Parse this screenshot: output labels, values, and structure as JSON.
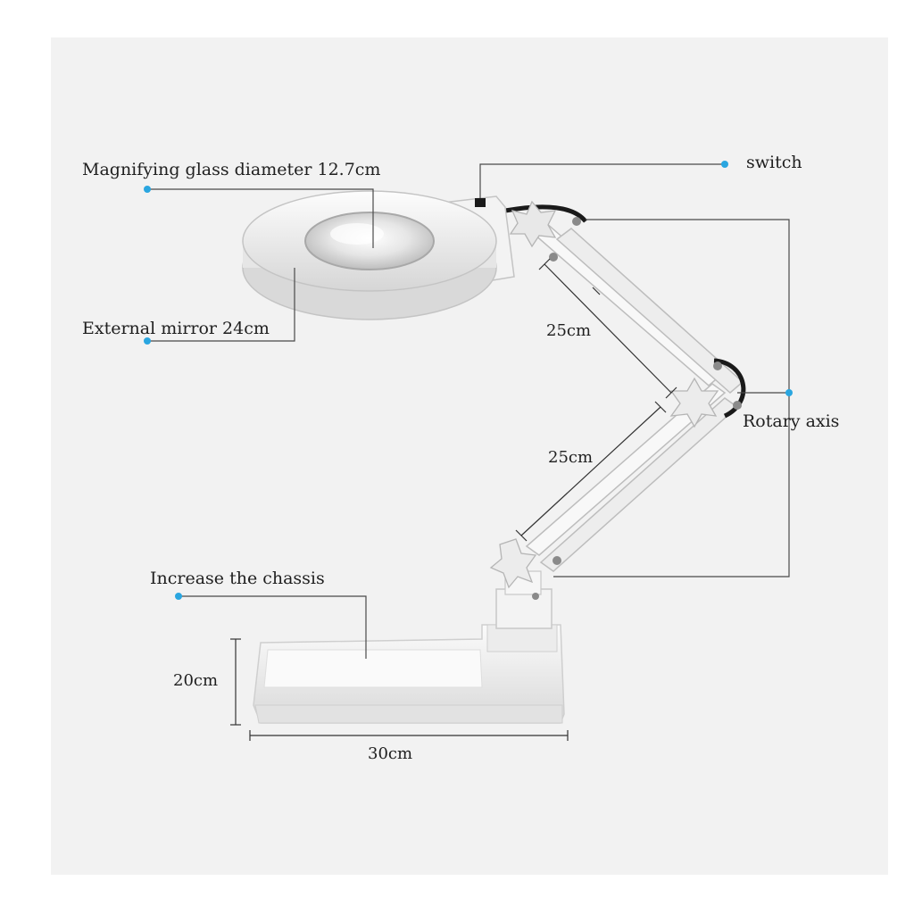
{
  "labels": {
    "magnifier": "Magnifying glass diameter 12.7cm",
    "external_mirror": "External mirror 24cm",
    "switch": "switch",
    "rotary_axis": "Rotary axis",
    "chassis": "Increase the chassis"
  },
  "dimensions": {
    "upper_arm": "25cm",
    "lower_arm": "25cm",
    "base_height": "20cm",
    "base_width": "30cm"
  },
  "colors": {
    "accent_dot": "#2aa6e0",
    "panel_bg": "#f2f2f2",
    "lamp_body": "#f7f7f7",
    "lamp_shadow": "#d2d2d2"
  }
}
